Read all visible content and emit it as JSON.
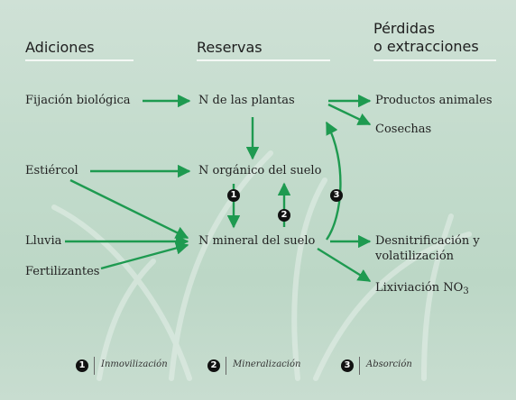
{
  "columns": {
    "additions": "Adiciones",
    "reserves": "Reservas",
    "losses_line1": "Pérdidas",
    "losses_line2": "o extracciones"
  },
  "nodes": {
    "fijacion": "Fijación biológica",
    "estiercol": "Estiércol",
    "lluvia": "Lluvia",
    "fertilizantes": "Fertilizantes",
    "n_plantas": "N de las plantas",
    "n_organico": "N orgánico del suelo",
    "n_mineral": "N mineral del suelo",
    "productos": "Productos animales",
    "cosechas": "Cosechas",
    "desnitrificacion_1": "Desnitrificación y",
    "desnitrificacion_2": "volatilización",
    "lixiviacion": "Lixiviación NO",
    "lixiviacion_sub": "3"
  },
  "badges": [
    "1",
    "2",
    "3"
  ],
  "legend": [
    {
      "num": "1",
      "label": "Inmovilización"
    },
    {
      "num": "2",
      "label": "Mineralización"
    },
    {
      "num": "3",
      "label": "Absorción"
    }
  ],
  "colors": {
    "arrow": "#1e9a50",
    "background": "#c4dccd",
    "rule": "#f4f8f5"
  }
}
